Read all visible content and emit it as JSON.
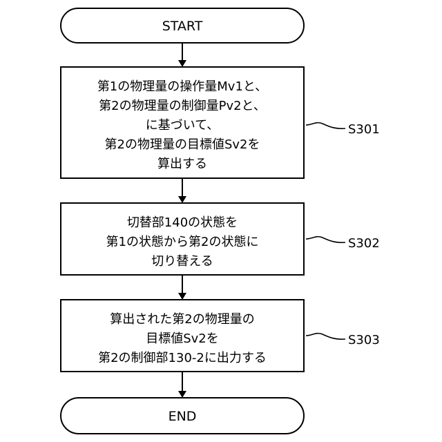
{
  "flowchart": {
    "start_label": "START",
    "end_label": "END",
    "steps": [
      {
        "id": "S301",
        "lines": [
          "第1の物理量の操作量Mv1と、",
          "第2の物理量の制御量Pv2と、",
          "に基づいて、",
          "第2の物理量の目標値Sv2を",
          "算出する"
        ]
      },
      {
        "id": "S302",
        "lines": [
          "切替部140の状態を",
          "第1の状態から第2の状態に",
          "切り替える"
        ]
      },
      {
        "id": "S303",
        "lines": [
          "算出された第2の物理量の",
          "目標値Sv2を",
          "第2の制御部130-2に出力する"
        ]
      }
    ]
  }
}
